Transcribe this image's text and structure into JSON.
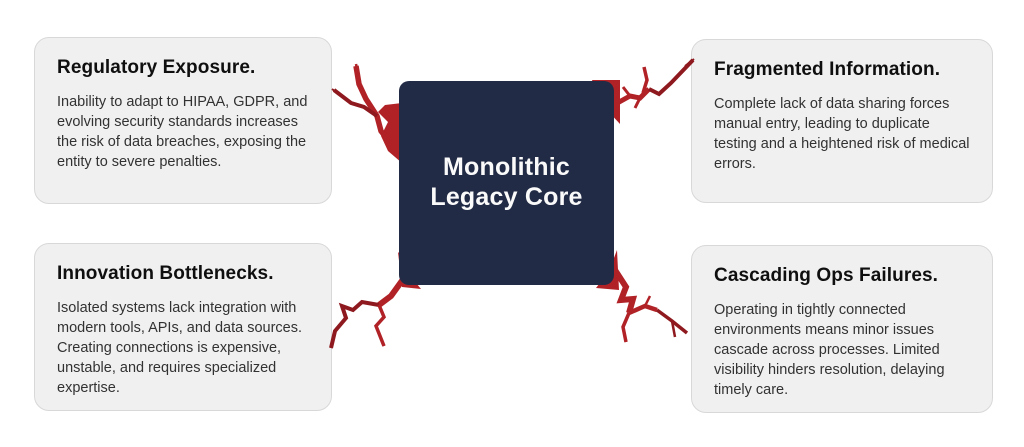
{
  "diagram": {
    "core": {
      "lines": [
        "Monolithic",
        "Legacy Core"
      ]
    },
    "cards": [
      {
        "id": "regulatory-exposure",
        "title": "Regulatory Exposure.",
        "body": "Inability to adapt to HIPAA, GDPR, and evolving security standards increases the risk of data breaches, exposing the entity to severe penalties."
      },
      {
        "id": "fragmented-information",
        "title": "Fragmented Information.",
        "body": "Complete lack of data sharing forces manual entry, leading to duplicate testing and a heightened risk of medical errors."
      },
      {
        "id": "innovation-bottlenecks",
        "title": "Innovation Bottlenecks.",
        "body": "Isolated systems lack integration with modern tools, APIs, and data sources. Creating connections is expensive, unstable, and requires specialized expertise."
      },
      {
        "id": "cascading-ops-failures",
        "title": "Cascading Ops Failures.",
        "body": "Operating in tightly connected environments means minor issues cascade across processes. Limited visibility hinders resolution, delaying timely care."
      }
    ]
  },
  "colors": {
    "page_bg": "#FFFFFF",
    "core_bg": "#222B45",
    "core_text": "#FAFAFA",
    "crack": "#B12227",
    "crack_dark": "#8E191E",
    "card_bg": "#F0F0F0",
    "card_border": "#D8D8D8",
    "heading_text": "#0F0F0F",
    "body_text": "#323232"
  }
}
